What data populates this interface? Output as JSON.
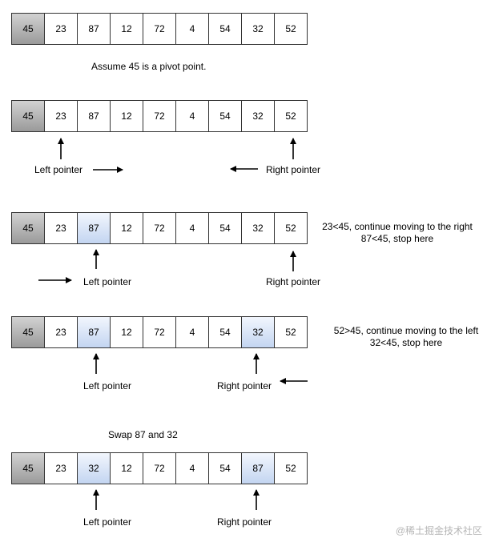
{
  "rows": [
    {
      "values": [
        "45",
        "23",
        "87",
        "12",
        "72",
        "4",
        "54",
        "32",
        "52"
      ],
      "pivot": 0,
      "highlight": []
    },
    {
      "values": [
        "45",
        "23",
        "87",
        "12",
        "72",
        "4",
        "54",
        "32",
        "52"
      ],
      "pivot": 0,
      "highlight": []
    },
    {
      "values": [
        "45",
        "23",
        "87",
        "12",
        "72",
        "4",
        "54",
        "32",
        "52"
      ],
      "pivot": 0,
      "highlight": [
        2
      ]
    },
    {
      "values": [
        "45",
        "23",
        "87",
        "12",
        "72",
        "4",
        "54",
        "32",
        "52"
      ],
      "pivot": 0,
      "highlight": [
        2,
        7
      ]
    },
    {
      "values": [
        "45",
        "23",
        "32",
        "12",
        "72",
        "4",
        "54",
        "87",
        "52"
      ],
      "pivot": 0,
      "highlight": [
        2,
        7
      ]
    }
  ],
  "captions": {
    "assume_pivot": "Assume 45 is a pivot point.",
    "swap": "Swap 87 and 32"
  },
  "labels": {
    "left_pointer": "Left pointer",
    "right_pointer": "Right pointer"
  },
  "notes": {
    "step3_line1": "23<45, continue moving to the right",
    "step3_line2": "87<45, stop here",
    "step4_line1": "52>45, continue moving to the left",
    "step4_line2": "32<45, stop here"
  },
  "watermark": "@稀土掘金技术社区",
  "colors": {
    "pivot_cell": "#9a9a9a",
    "highlight_cell": "#c3d5f1",
    "border": "#333333"
  }
}
